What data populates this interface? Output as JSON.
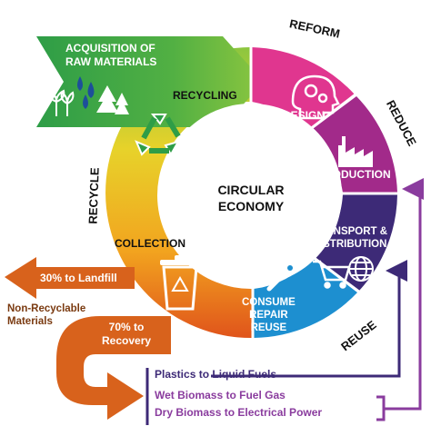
{
  "center": {
    "line1": "CIRCULAR",
    "line2": "ECONOMY"
  },
  "raw_materials": {
    "line1": "ACQUISITION OF",
    "line2": "RAW MATERIALS"
  },
  "segments": {
    "recycling": "RECYCLING",
    "design": "DESIGN",
    "production": "PRODUCTION",
    "transport_line1": "TRANSPORT &",
    "transport_line2": "DISTRIBUTION",
    "consume_line1": "CONSUME",
    "consume_line2": "REPAIR",
    "consume_line3": "REUSE",
    "collection": "COLLECTION"
  },
  "ring_words": {
    "reform": "REFORM",
    "reduce": "REDUCE",
    "reuse": "REUSE",
    "recycle": "RECYCLE"
  },
  "landfill": {
    "label": "30% to Landfill",
    "note_line1": "Non-Recyclable",
    "note_line2": "Materials"
  },
  "recovery": {
    "line1": "70% to",
    "line2": "Recovery"
  },
  "outputs": [
    "Plastics to Liquid Fuels",
    "Wet Biomass to Fuel Gas",
    "Dry Biomass to Electrical Power"
  ],
  "icons": [
    "plant-icon",
    "water-drops-icon",
    "trees-icon",
    "recycle-icon",
    "brain-gears-icon",
    "factory-icon",
    "globe-icon",
    "shopping-cart-icon",
    "wrench-icon",
    "recycle-bin-icon"
  ],
  "colors": {
    "green": "#2e9d47",
    "yellow": "#f2b81f",
    "pink": "#e0368f",
    "purple": "#a22a8a",
    "navy": "#3d2a77",
    "blue": "#1d8fd0",
    "orange": "#d8621c"
  }
}
